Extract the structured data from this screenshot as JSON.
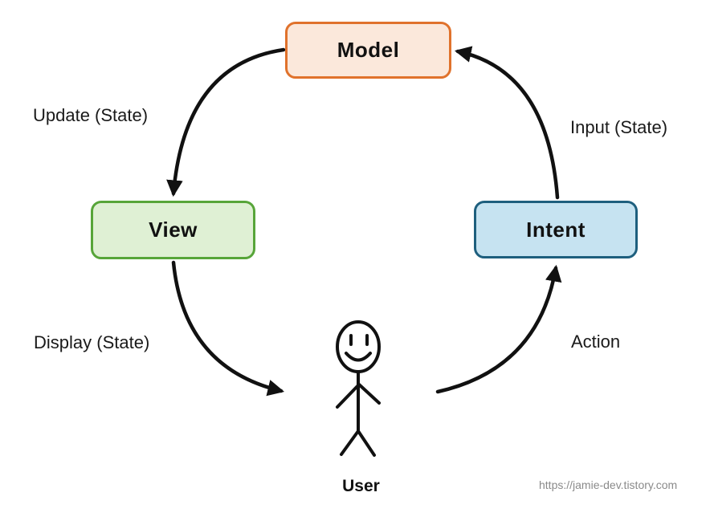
{
  "diagram": {
    "nodes": {
      "model": {
        "label": "Model"
      },
      "view": {
        "label": "View"
      },
      "intent": {
        "label": "Intent"
      }
    },
    "edges": {
      "update": {
        "label": "Update (State)",
        "from": "Model",
        "to": "View"
      },
      "display": {
        "label": "Display (State)",
        "from": "View",
        "to": "User"
      },
      "action": {
        "label": "Action",
        "from": "User",
        "to": "Intent"
      },
      "input": {
        "label": "Input (State)",
        "from": "Intent",
        "to": "Model"
      }
    },
    "user": {
      "label": "User"
    },
    "watermark": {
      "text": "https://jamie-dev.tistory.com"
    },
    "colors": {
      "model_border": "#E0722C",
      "model_fill": "#FBE8DB",
      "view_border": "#57A539",
      "view_fill": "#DFF0D4",
      "intent_border": "#1E5F7E",
      "intent_fill": "#C6E3F1",
      "arrow": "#111111",
      "text": "#111111",
      "label": "#1A1A1A",
      "watermark": "#8A8A8A",
      "background": "#FFFFFF"
    }
  }
}
